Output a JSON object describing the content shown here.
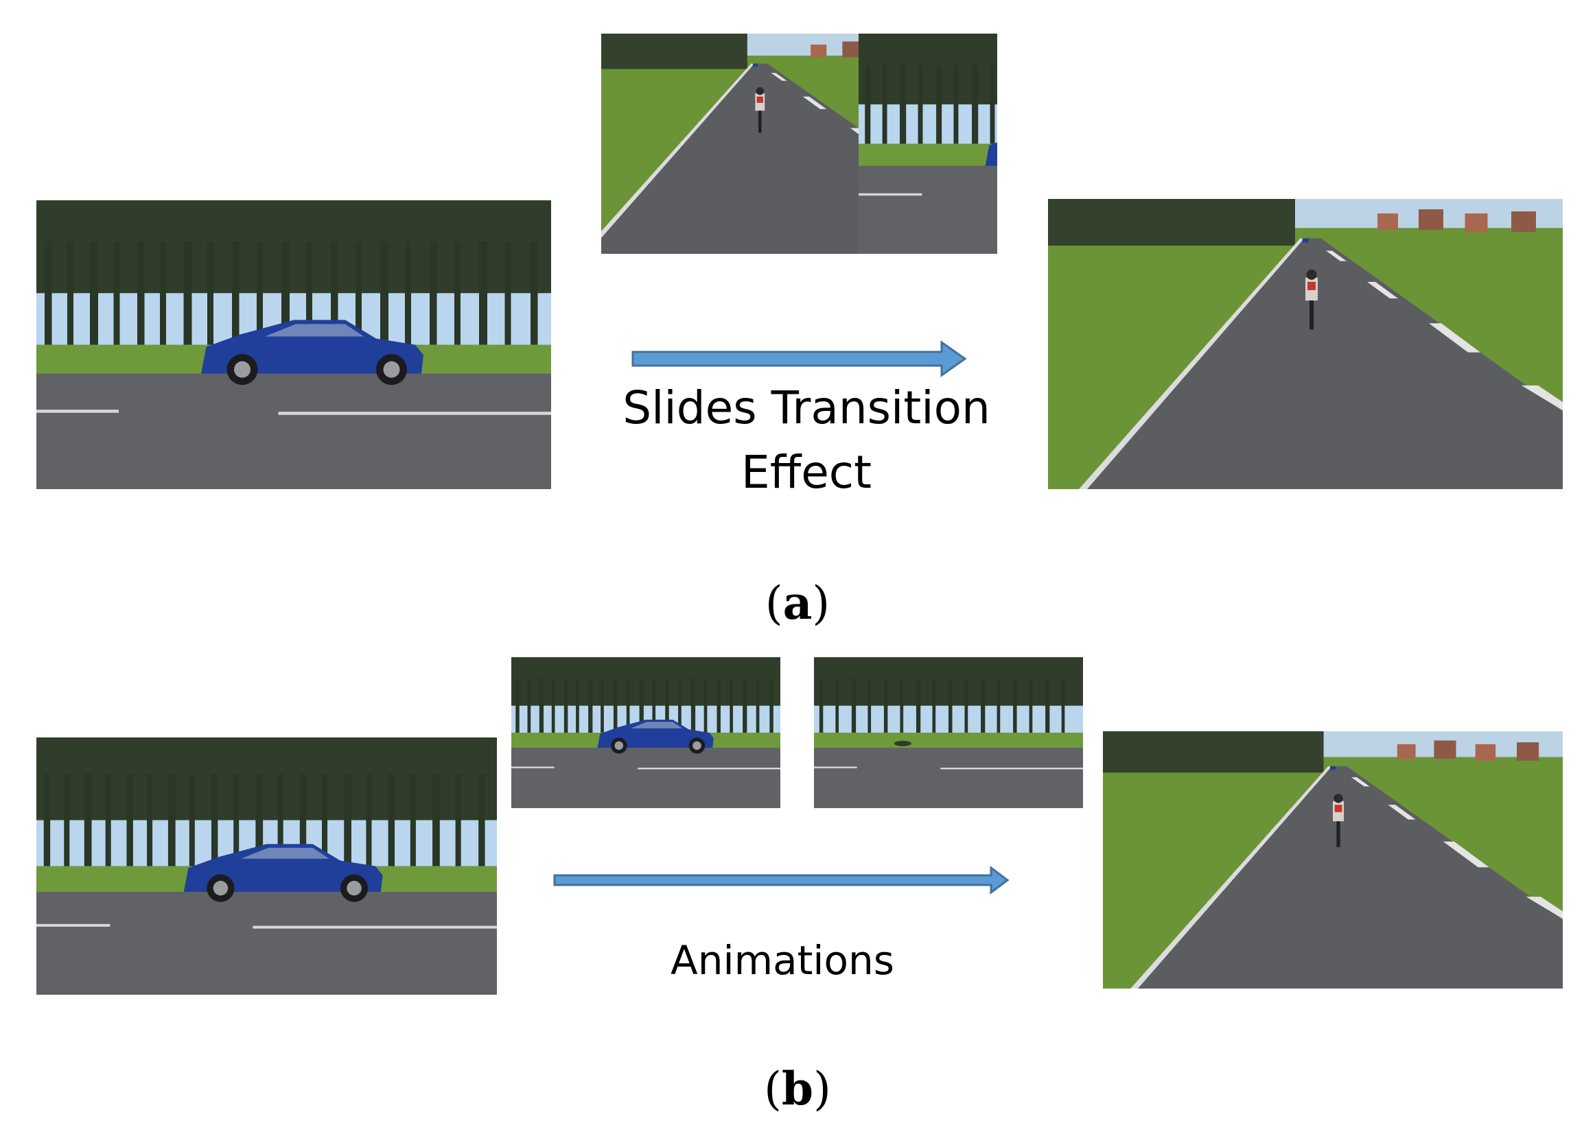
{
  "panel_a": {
    "label_line1": "Slides Transition",
    "label_line2": "Effect",
    "caption_letter": "a"
  },
  "panel_b": {
    "label": "Animations",
    "caption_letter": "b"
  },
  "colors": {
    "arrow_fill": "#5b9bd5",
    "arrow_stroke": "#41719c",
    "sky": "#b9d6ee",
    "trees": "#2e3a28",
    "grass": "#6f9a3c",
    "road": "#5f6063",
    "car": "#1f3f9a"
  }
}
